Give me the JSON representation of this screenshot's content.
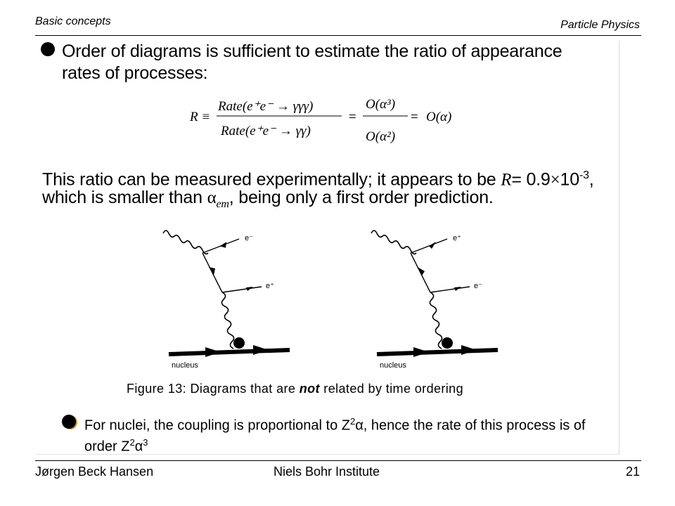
{
  "header": {
    "left": "Basic concepts",
    "right": "Particle Physics"
  },
  "bullet1": {
    "line1": "Order of diagrams is sufficient to estimate the ratio of appearance",
    "line2": "rates of processes:"
  },
  "equation": {
    "lhs": "R ≡",
    "num": "Rate(e⁺e⁻ → γγγ)",
    "den": "Rate(e⁺e⁻ → γγ)",
    "eq1": "=",
    "num2": "O(α³)",
    "den2": "O(α²)",
    "eq2": "=",
    "rhs": "O(α)"
  },
  "para2": {
    "l1a": "This ratio can be measured experimentally; it appears to be ",
    "R": "R",
    "l1b": "= 0.9",
    "times": "×",
    "ten": "10",
    "exp": "-3",
    "comma": ",",
    "l2a": "which is smaller than ",
    "alpha": "α",
    "em": "em",
    "l2b": ", being only a first order prediction."
  },
  "diagram1": {
    "top_label": "e⁻",
    "mid_label": "e⁺",
    "nucleus": "nucleus"
  },
  "diagram2": {
    "top_label": "e⁺",
    "mid_label": "e⁻",
    "nucleus": "nucleus"
  },
  "figure": {
    "prefix": "Figure 13:   Diagrams that are ",
    "bold": "not",
    "suffix": " related by time ordering"
  },
  "bullet2": {
    "a": "For nuclei, the coupling is proportional to Z",
    "sup1": "2",
    "b": "α, hence the rate of this process is of",
    "c": "order Z",
    "sup2": "2",
    "d": "α",
    "sup3": "3"
  },
  "footer": {
    "left": "Jørgen Beck Hansen",
    "center": "Niels Bohr Institute",
    "right": "21"
  }
}
